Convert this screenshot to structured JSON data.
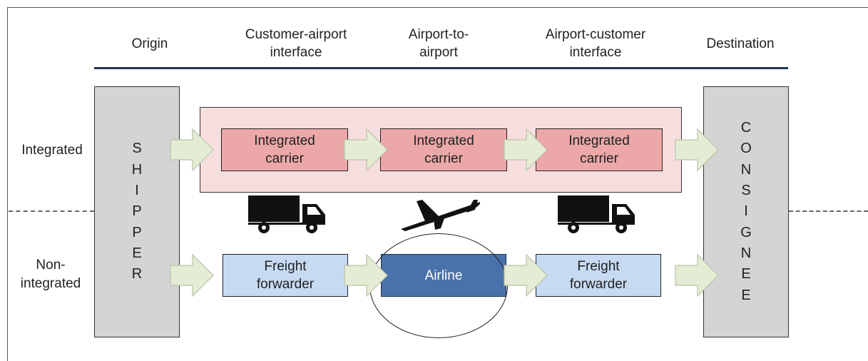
{
  "headers": {
    "origin": "Origin",
    "customer_airport": "Customer-airport\ninterface",
    "airport_to_airport": "Airport-to-\nairport",
    "airport_customer": "Airport-customer\ninterface",
    "destination": "Destination"
  },
  "rows": {
    "integrated": "Integrated",
    "non_integrated": "Non-\nintegrated"
  },
  "shipper": {
    "label": "SHIPPER"
  },
  "consignee": {
    "label": "CONSIGNEE"
  },
  "integrated_nodes": [
    "Integrated\ncarrier",
    "Integrated\ncarrier",
    "Integrated\ncarrier"
  ],
  "non_integrated_nodes": [
    "Freight\nforwarder",
    "Airline",
    "Freight\nforwarder"
  ],
  "icons": [
    "truck-icon",
    "airplane-icon",
    "truck-icon"
  ],
  "colors": {
    "integrated_background": "#f7dede",
    "integrated_carrier": "#eca8a8",
    "freight_forwarder": "#c6daf2",
    "airline": "#4a72aa",
    "arrow_fill": "#e4ecd4",
    "side_columns": "#d4d4d4",
    "header_rule": "#1f3550"
  }
}
